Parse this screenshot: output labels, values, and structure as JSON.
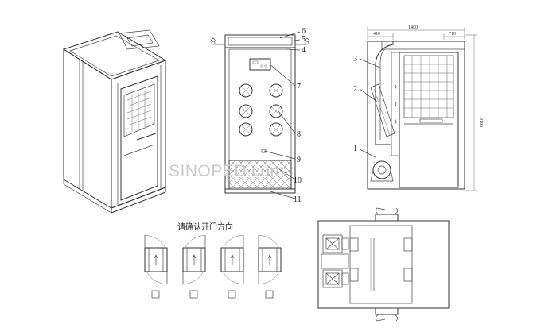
{
  "watermark": "SINOPED.com",
  "front_view": {
    "callouts": [
      "6",
      "5",
      "4",
      "7",
      "8",
      "9",
      "10",
      "11"
    ]
  },
  "side_view": {
    "callouts": [
      "3",
      "2",
      "1"
    ],
    "dimensions": {
      "top_total": "1400",
      "top_left": "410",
      "top_right": "710",
      "height": "2100"
    }
  },
  "door_direction": {
    "title": "请确认开门方向"
  },
  "colors": {
    "line": "#333333",
    "watermark": "#c9c9c9",
    "background": "#ffffff"
  }
}
